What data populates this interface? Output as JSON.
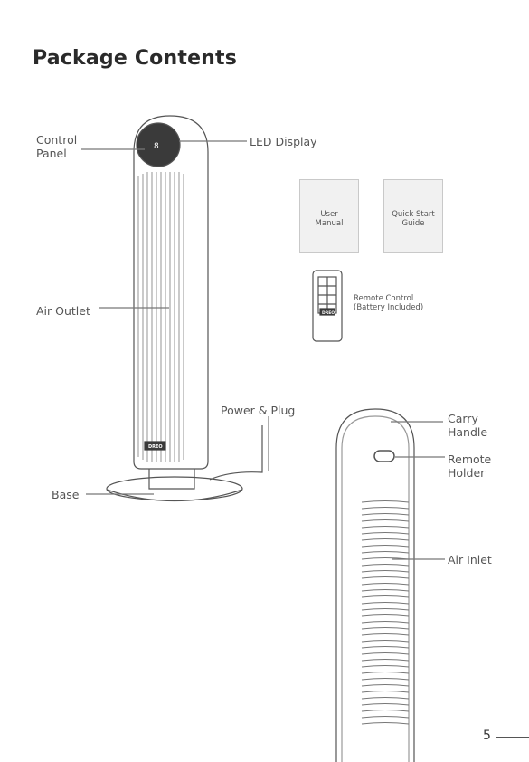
{
  "page": {
    "title": "Package Contents",
    "page_number": "5"
  },
  "labels": {
    "control_panel_line1": "Control",
    "control_panel_line2": "Panel",
    "led_display": "LED Display",
    "air_outlet": "Air Outlet",
    "power_plug": "Power & Plug",
    "base": "Base",
    "carry_line1": "Carry",
    "carry_line2": "Handle",
    "remote_holder_line1": "Remote",
    "remote_holder_line2": "Holder",
    "air_inlet": "Air Inlet"
  },
  "booklets": {
    "user_manual_line1": "User",
    "user_manual_line2": "Manual",
    "quick_start_line1": "Quick Start",
    "quick_start_line2": "Guide"
  },
  "remote": {
    "label_line1": "Remote Control",
    "label_line2": "(Battery Included)",
    "brand": "DREO"
  },
  "heater": {
    "brand": "DREO",
    "display_digit": "8"
  }
}
